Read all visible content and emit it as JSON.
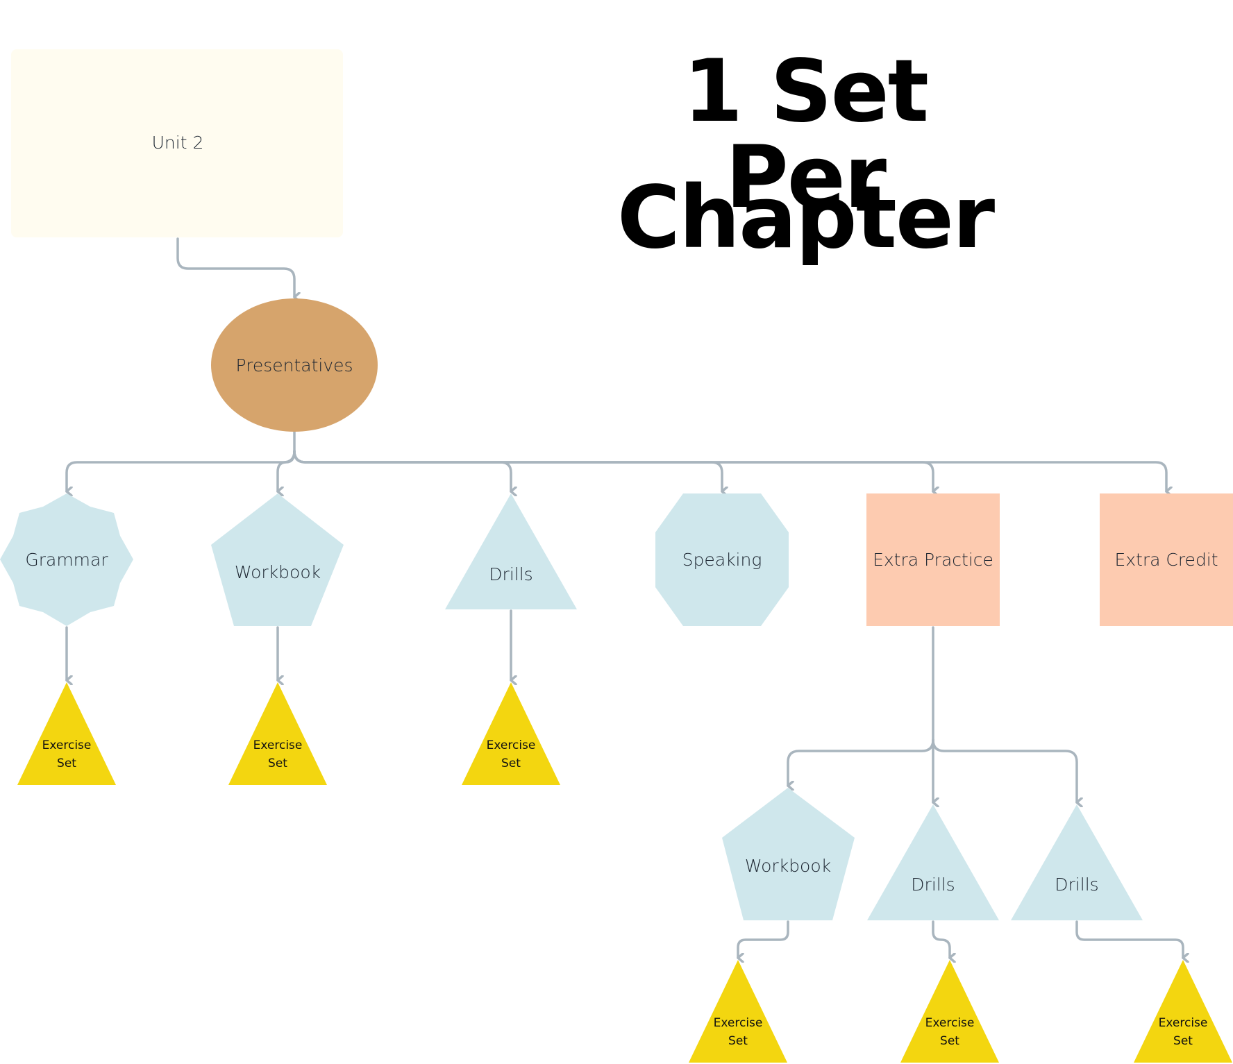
{
  "title": {
    "line1": "1 Set Per",
    "line2": "Chapter"
  },
  "colors": {
    "unit_fill": "#fffcf0",
    "topic_fill": "#d6a46c",
    "activity_fill": "#cfe7ec",
    "extra_fill": "#fdcbb0",
    "exercise_fill": "#f3d610",
    "connector": "#a9b5be"
  },
  "nodes": {
    "unit": {
      "label": "Unit 2",
      "shape": "rounded-rectangle"
    },
    "topic": {
      "label": "Presentatives",
      "shape": "ellipse"
    },
    "grammar": {
      "label": "Grammar",
      "shape": "8-point-star"
    },
    "workbook": {
      "label": "Workbook",
      "shape": "pentagon"
    },
    "drills": {
      "label": "Drills",
      "shape": "triangle"
    },
    "speaking": {
      "label": "Speaking",
      "shape": "octagon"
    },
    "extra_practice": {
      "label": "Extra Practice",
      "shape": "rectangle"
    },
    "extra_credit": {
      "label": "Extra Credit",
      "shape": "rectangle"
    },
    "ep_workbook": {
      "label": "Workbook",
      "shape": "pentagon"
    },
    "ep_drills_1": {
      "label": "Drills",
      "shape": "triangle"
    },
    "ep_drills_2": {
      "label": "Drills",
      "shape": "triangle"
    }
  },
  "exercise_sets": [
    {
      "parent": "Grammar",
      "line1": "Exercise",
      "line2": "Set"
    },
    {
      "parent": "Workbook",
      "line1": "Exercise",
      "line2": "Set"
    },
    {
      "parent": "Drills",
      "line1": "Exercise",
      "line2": "Set"
    },
    {
      "parent": "Extra Practice / Workbook",
      "line1": "Exercise",
      "line2": "Set"
    },
    {
      "parent": "Extra Practice / Drills",
      "line1": "Exercise",
      "line2": "Set"
    },
    {
      "parent": "Extra Practice / Drills",
      "line1": "Exercise",
      "line2": "Set"
    }
  ],
  "edges": [
    [
      "Unit 2",
      "Presentatives"
    ],
    [
      "Presentatives",
      "Grammar"
    ],
    [
      "Presentatives",
      "Workbook"
    ],
    [
      "Presentatives",
      "Drills"
    ],
    [
      "Presentatives",
      "Speaking"
    ],
    [
      "Presentatives",
      "Extra Practice"
    ],
    [
      "Presentatives",
      "Extra Credit"
    ],
    [
      "Grammar",
      "Exercise Set"
    ],
    [
      "Workbook",
      "Exercise Set"
    ],
    [
      "Drills",
      "Exercise Set"
    ],
    [
      "Extra Practice",
      "Workbook"
    ],
    [
      "Extra Practice",
      "Drills"
    ],
    [
      "Extra Practice",
      "Drills"
    ],
    [
      "Workbook",
      "Exercise Set"
    ],
    [
      "Drills",
      "Exercise Set"
    ],
    [
      "Drills",
      "Exercise Set"
    ]
  ]
}
